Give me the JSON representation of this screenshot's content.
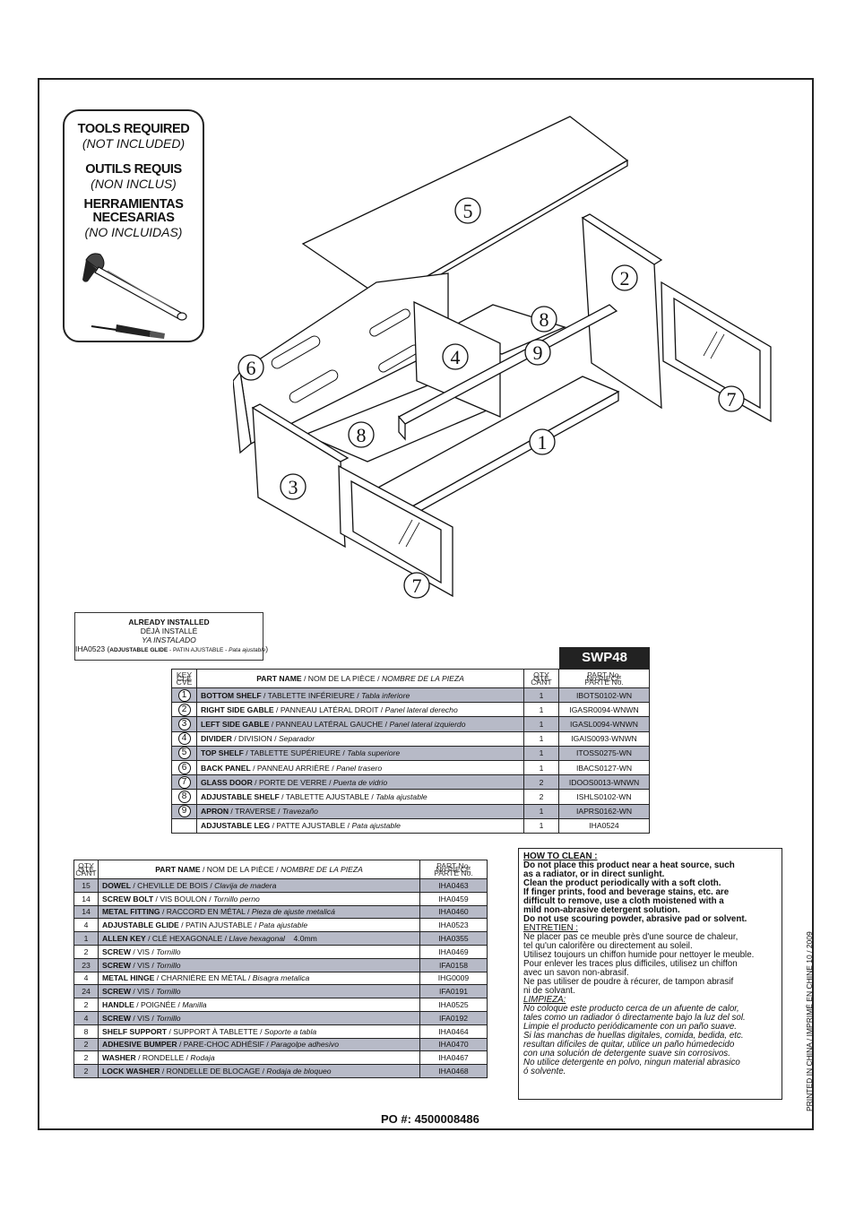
{
  "tools": {
    "en_title": "TOOLS REQUIRED",
    "en_sub": "(NOT INCLUDED)",
    "fr_title": "OUTILS REQUIS",
    "fr_sub": "(NON INCLUS)",
    "es_title1": "HERRAMIENTAS",
    "es_title2": "NECESARIAS",
    "es_sub": "(NO INCLUIDAS)",
    "icons": [
      "hammer-icon",
      "screwdriver-icon"
    ]
  },
  "diagram": {
    "labels": [
      "5",
      "2",
      "8",
      "9",
      "4",
      "6",
      "7",
      "8",
      "1",
      "3",
      "7"
    ]
  },
  "already_installed": {
    "en": "ALREADY INSTALLED",
    "fr": "DÉJÀ INSTALLÉ",
    "es": "YA INSTALADO",
    "part_no": "IHA0523",
    "name_bold": "ADJUSTABLE GLIDE",
    "name_rest": " - PATIN AJUSTABLE - ",
    "name_es": "Pata ajustable"
  },
  "model": "SWP48",
  "parts_header": {
    "key": "KEY\nCLE\nCVE",
    "name_bold": "PART NAME",
    "name_rest": " / NOM DE LA PIÈCE / ",
    "name_es": "NOMBRE DE LA PIEZA",
    "qty": "QTY\nQTE\nCANT",
    "partno": "PART No.\nNo PIECE\nPARTE No."
  },
  "parts": [
    {
      "key": "1",
      "en": "BOTTOM SHELF",
      "fr": "TABLETTE INFÉRIEURE",
      "es": "Tabla inferiore",
      "qty": "1",
      "no": "IBOTS0102-WN"
    },
    {
      "key": "2",
      "en": "RIGHT SIDE GABLE",
      "fr": "PANNEAU LATÉRAL DROIT",
      "es": "Panel lateral derecho",
      "qty": "1",
      "no": "IGASR0094-WNWN"
    },
    {
      "key": "3",
      "en": "LEFT SIDE GABLE",
      "fr": "PANNEAU LATÉRAL GAUCHE",
      "es": "Panel lateral izquierdo",
      "qty": "1",
      "no": "IGASL0094-WNWN"
    },
    {
      "key": "4",
      "en": "DIVIDER",
      "fr": "DIVISION",
      "es": "Separador",
      "qty": "1",
      "no": "IGAIS0093-WNWN"
    },
    {
      "key": "5",
      "en": "TOP SHELF",
      "fr": "TABLETTE SUPÉRIEURE",
      "es": "Tabla superiore",
      "qty": "1",
      "no": "ITOSS0275-WN"
    },
    {
      "key": "6",
      "en": "BACK PANEL",
      "fr": "PANNEAU ARRIÈRE",
      "es": "Panel trasero",
      "qty": "1",
      "no": "IBACS0127-WN"
    },
    {
      "key": "7",
      "en": "GLASS DOOR",
      "fr": "PORTE DE VERRE",
      "es": "Puerta de vidrio",
      "qty": "2",
      "no": "IDOOS0013-WNWN"
    },
    {
      "key": "8",
      "en": "ADJUSTABLE SHELF",
      "fr": "TABLETTE AJUSTABLE",
      "es": "Tabla ajustable",
      "qty": "2",
      "no": "ISHLS0102-WN"
    },
    {
      "key": "9",
      "en": "APRON",
      "fr": "TRAVERSE",
      "es": "Travezaño",
      "qty": "1",
      "no": "IAPRS0162-WN"
    },
    {
      "key": "",
      "en": "ADJUSTABLE LEG",
      "fr": "PATTE AJUSTABLE",
      "es": "Pata ajustable",
      "qty": "1",
      "no": "IHA0524"
    }
  ],
  "hardware": [
    {
      "qty": "15",
      "en": "DOWEL",
      "fr": "CHEVILLE DE BOIS",
      "es": "Clavija de madera",
      "extra": "",
      "no": "IHA0463"
    },
    {
      "qty": "14",
      "en": "SCREW BOLT",
      "fr": "VIS BOULON",
      "es": "Tornillo perno",
      "extra": "",
      "no": "IHA0459"
    },
    {
      "qty": "14",
      "en": "METAL FITTING",
      "fr": "RACCORD EN MÉTAL",
      "es": "Pieza de ajuste metalicá",
      "extra": "",
      "no": "IHA0460"
    },
    {
      "qty": "4",
      "en": "ADJUSTABLE GLIDE",
      "fr": "PATIN AJUSTABLE",
      "es": "Pata ajustable",
      "extra": "",
      "no": "IHA0523"
    },
    {
      "qty": "1",
      "en": "ALLEN KEY",
      "fr": "CLÉ HEXAGONALE",
      "es": "Llave hexagonal",
      "extra": "4.0mm",
      "no": "IHA0355"
    },
    {
      "qty": "2",
      "en": "SCREW",
      "fr": "VIS",
      "es": "Tornillo",
      "extra": "",
      "no": "IHA0469"
    },
    {
      "qty": "23",
      "en": "SCREW",
      "fr": "VIS",
      "es": "Tornillo",
      "extra": "",
      "no": "IFA0158"
    },
    {
      "qty": "4",
      "en": "METAL HINGE",
      "fr": "CHARNIÈRE EN MÉTAL",
      "es": "Bisagra metalica",
      "extra": "",
      "no": "IHG0009"
    },
    {
      "qty": "24",
      "en": "SCREW",
      "fr": "VIS",
      "es": "Tornillo",
      "extra": "",
      "no": "IFA0191"
    },
    {
      "qty": "2",
      "en": "HANDLE",
      "fr": "POIGNÉE",
      "es": "Manilla",
      "extra": "",
      "no": "IHA0525"
    },
    {
      "qty": "4",
      "en": "SCREW",
      "fr": "VIS",
      "es": "Tornillo",
      "extra": "",
      "no": "IFA0192"
    },
    {
      "qty": "8",
      "en": "SHELF SUPPORT",
      "fr": "SUPPORT À TABLETTE",
      "es": "Soporte a tabla",
      "extra": "",
      "no": "IHA0464"
    },
    {
      "qty": "2",
      "en": "ADHESIVE BUMPER",
      "fr": "PARE-CHOC ADHÉSIF",
      "es": "Paragolpe adhesivo",
      "extra": "",
      "no": "IHA0470"
    },
    {
      "qty": "2",
      "en": "WASHER",
      "fr": "RONDELLE",
      "es": "Rodaja",
      "extra": "",
      "no": "IHA0467"
    },
    {
      "qty": "2",
      "en": "LOCK WASHER",
      "fr": "RONDELLE DE BLOCAGE",
      "es": "Rodaja de bloqueo",
      "extra": "",
      "no": "IHA0468"
    }
  ],
  "cleaning": {
    "en_title": "HOW TO CLEAN :",
    "en_lines": [
      "Do not place this product near a heat source, such",
      "as a radiator, or in direct sunlight.",
      "Clean the product periodically with a soft cloth.",
      "If finger prints, food and beverage stains, etc. are",
      "difficult to remove, use a cloth moistened with a",
      "mild non-abrasive detergent solution.",
      "Do not use scouring powder, abrasive pad or solvent."
    ],
    "fr_title": "ENTRETIEN :",
    "fr_lines": [
      "Ne placer pas ce meuble près d'une source de chaleur,",
      "tel qu'un calorifère ou directement au soleil.",
      "Utilisez toujours un chiffon humide pour nettoyer le meuble.",
      "Pour enlever les traces plus difficiles, utilisez un chiffon",
      "avec un savon non-abrasif.",
      "Ne pas utiliser de poudre à récurer, de tampon abrasif",
      "ni de solvant."
    ],
    "es_title": "LIMPIEZA:",
    "es_lines": [
      "No coloque este producto cerca de un afuente de calor,",
      "tales como un radiador ó directamente bajo la luz del sol.",
      "Limpie el producto periódicamente con un paño suave.",
      "Si las manchas de huellas digitales, comida, bedida, etc.",
      "resultan difíciles de quitar, utilice un paño húmedecido",
      "con una solución de detergente suave sin corrosivos.",
      "No utilice detergente en polvo, ningun material abrasico",
      "ó solvente."
    ]
  },
  "printed": "PRINTED IN  CHINA / IMPRIMÉ EN CHINE  10 / 2009",
  "po": "PO #: 4500008486"
}
